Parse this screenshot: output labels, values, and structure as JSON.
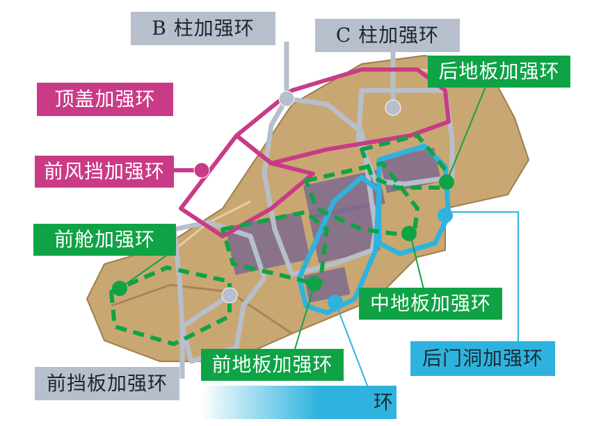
{
  "colors": {
    "gray": "#b7bfcc",
    "pink": "#c93b86",
    "green": "#0fa346",
    "blue": "#2fb3de",
    "body_fill": "#c9a772"
  },
  "labels": {
    "b_pillar": "B 柱加强环",
    "c_pillar": "C 柱加强环",
    "roof": "顶盖加强环",
    "rear_floor": "后地板加强环",
    "front_windshield": "前风挡加强环",
    "front_cabin": "前舱加强环",
    "mid_floor": "中地板加强环",
    "rear_door": "后门洞加强环",
    "front_floor": "前地板加强环",
    "dash_panel": "前挡板加强环",
    "front_door_partial": "环"
  }
}
